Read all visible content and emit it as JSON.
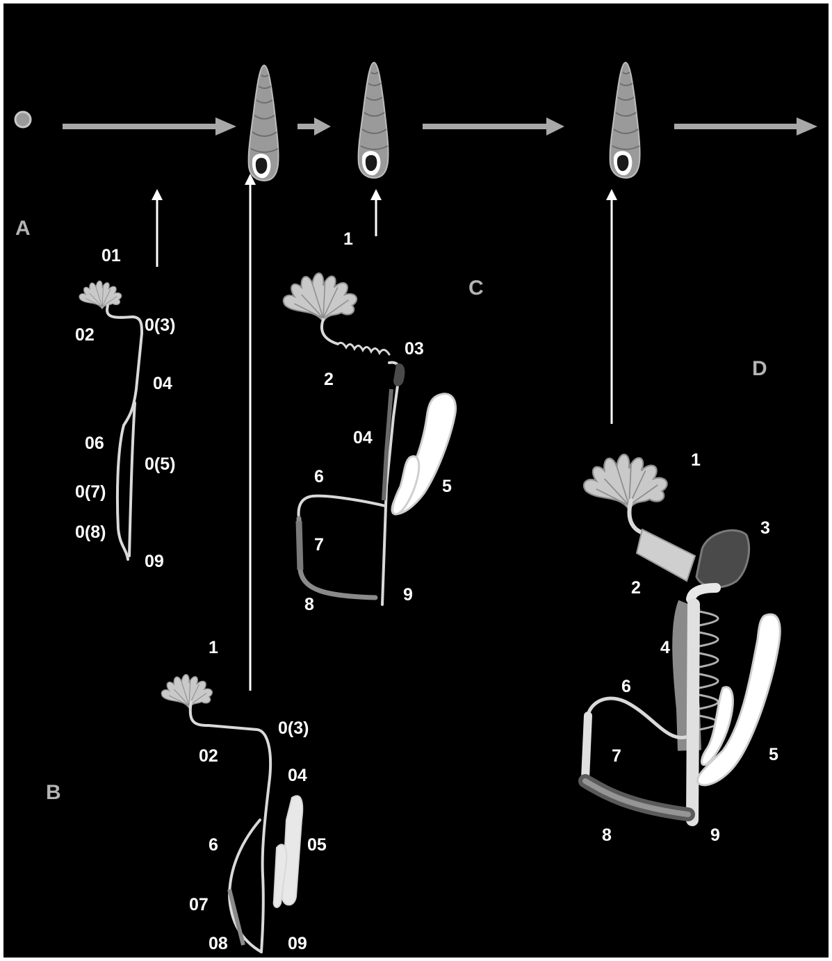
{
  "colors": {
    "background": "#000000",
    "frame": "#ffffff",
    "shell": "#9a9a9a",
    "timeline": "#a8a8a8",
    "organ": "#d9d9d9",
    "gland_dark": "#4a4a4a",
    "stage_letter": "#b4b4b4",
    "label": "#ffffff"
  },
  "stages": {
    "A": {
      "letter": "A",
      "labels": [
        "01",
        "02",
        "0(3)",
        "04",
        "06",
        "0(5)",
        "0(7)",
        "0(8)",
        "09"
      ]
    },
    "B": {
      "letter": "B",
      "labels": [
        "1",
        "02",
        "0(3)",
        "04",
        "6",
        "05",
        "07",
        "08",
        "09"
      ]
    },
    "C": {
      "letter": "C",
      "labels": [
        "1",
        "2",
        "03",
        "04",
        "6",
        "5",
        "7",
        "8",
        "9"
      ]
    },
    "D": {
      "letter": "D",
      "labels": [
        "1",
        "2",
        "3",
        "4",
        "6",
        "5",
        "7",
        "8",
        "9"
      ]
    }
  },
  "icons": [
    "egg-icon",
    "shell-icon",
    "arrow-icon"
  ]
}
